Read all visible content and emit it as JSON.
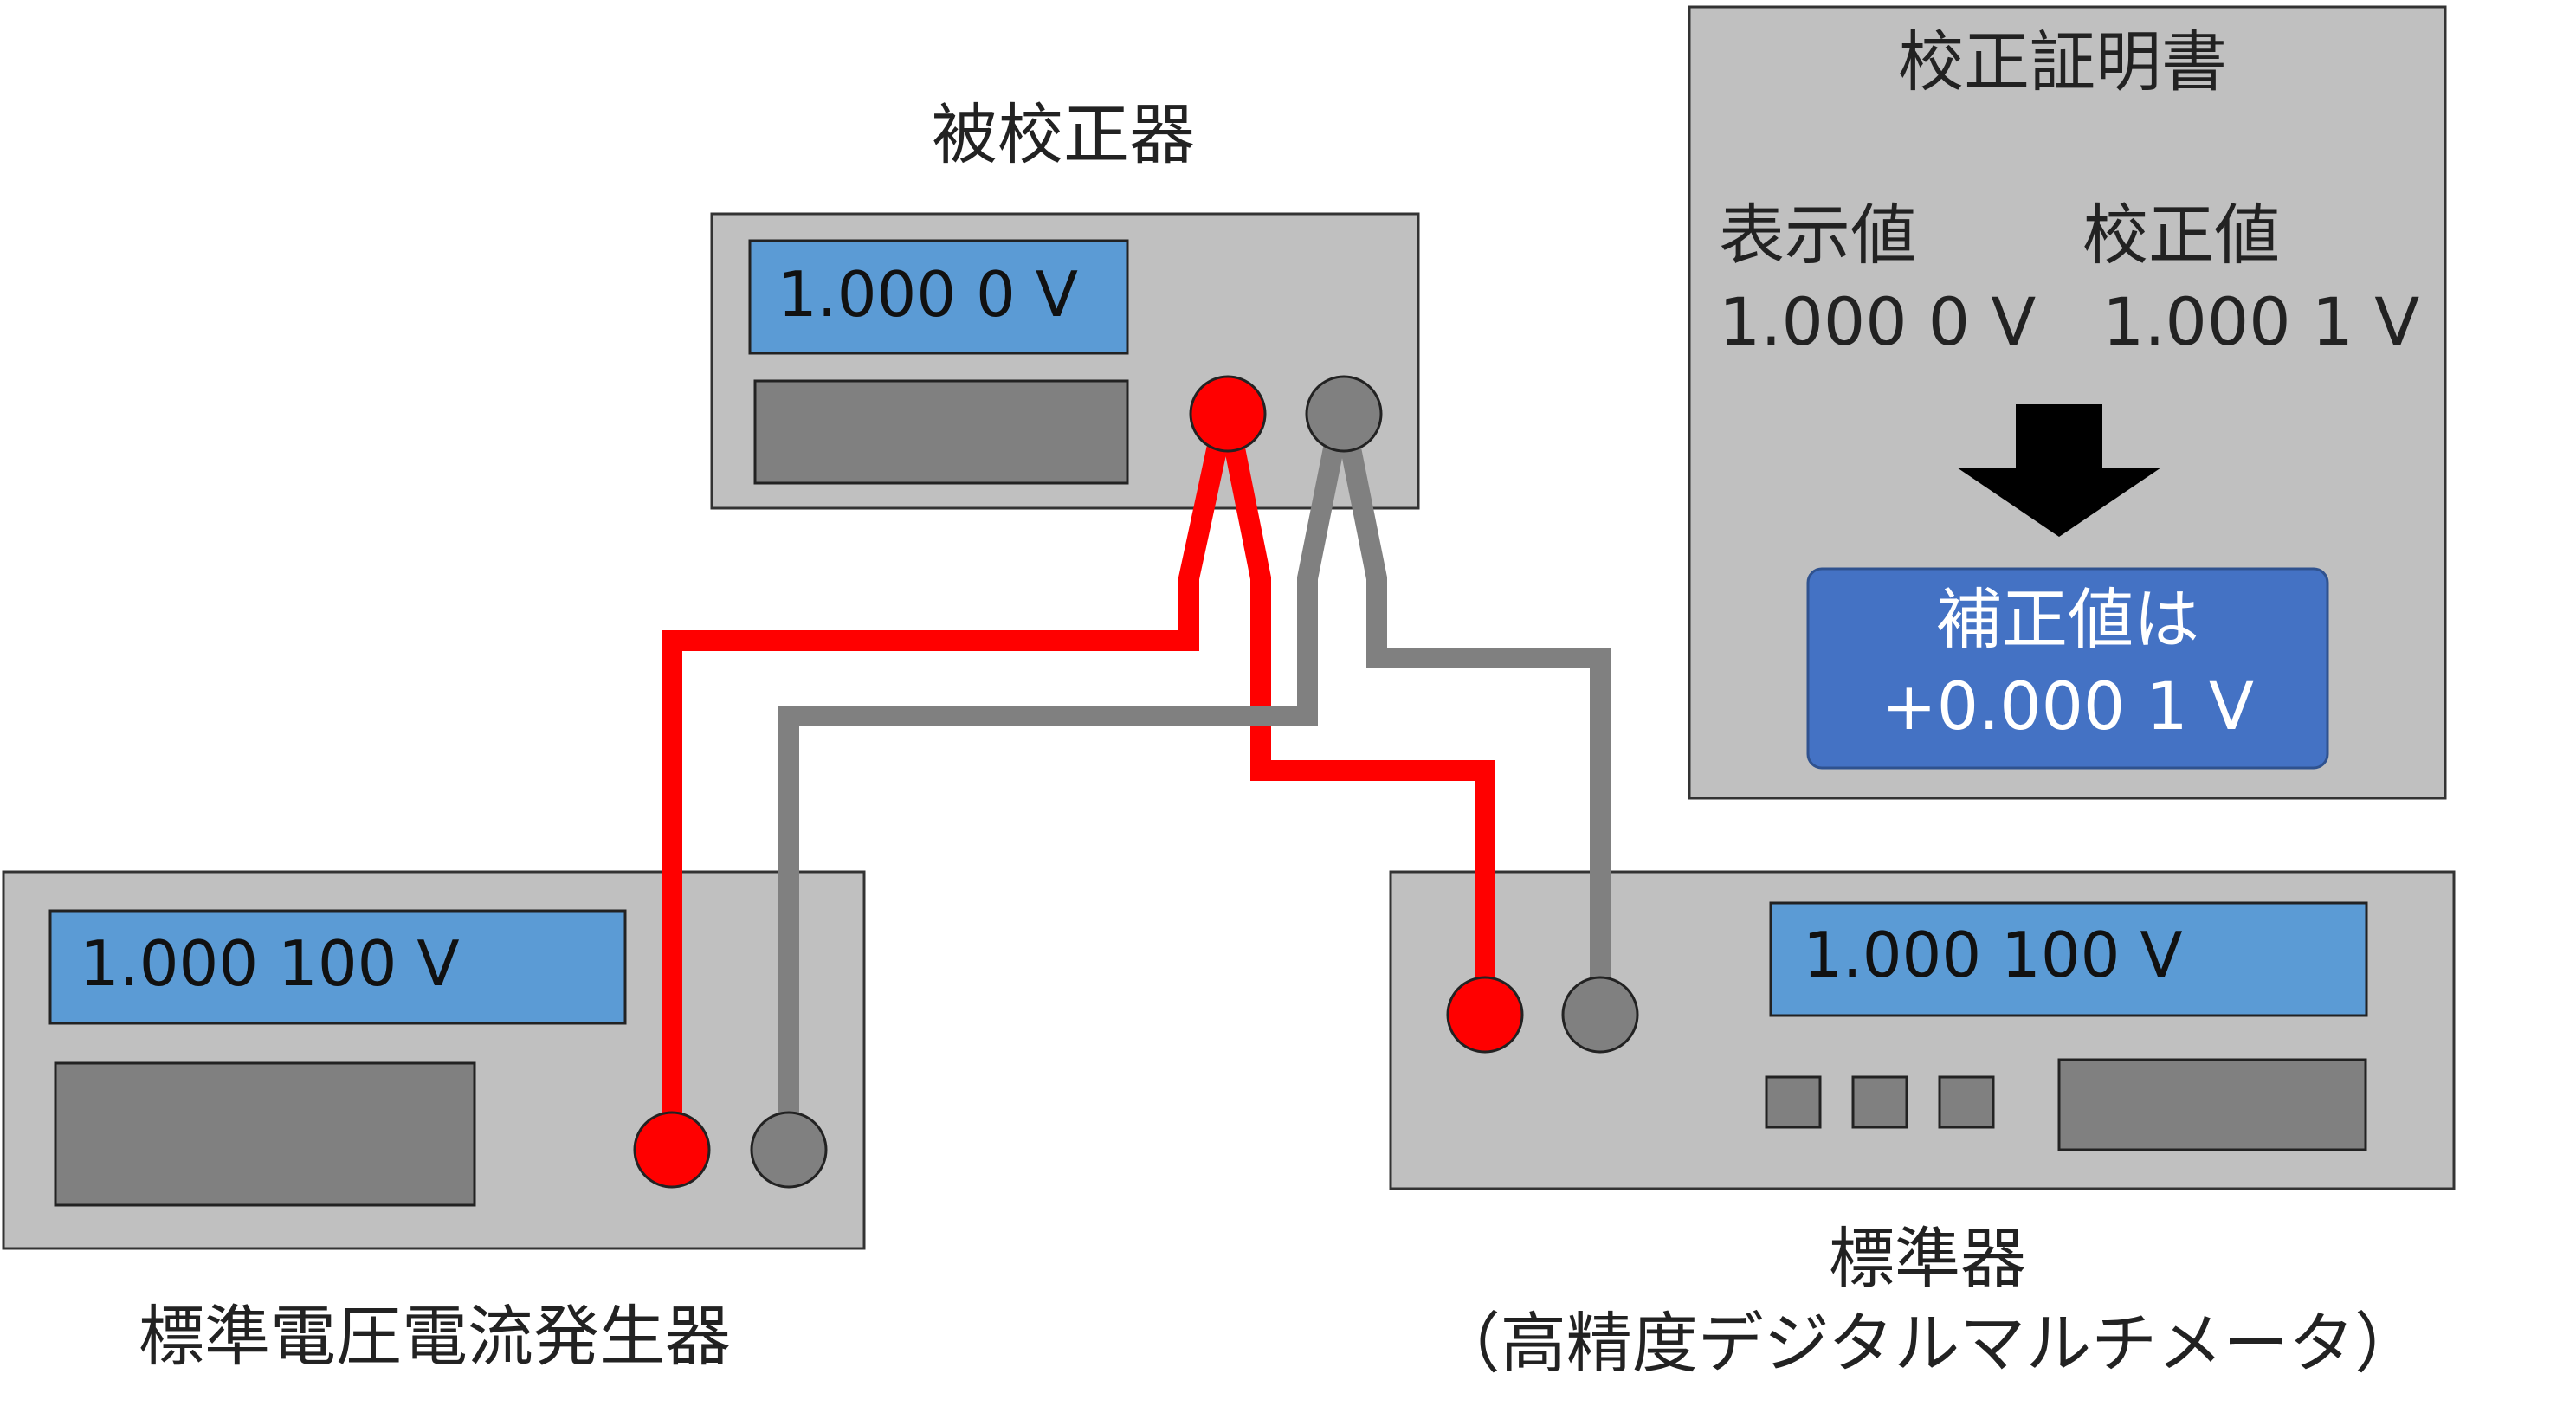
{
  "dut": {
    "title": "被校正器",
    "display": "1.000 0 V"
  },
  "generator": {
    "title": "標準電圧電流発生器",
    "display": "1.000 100 V"
  },
  "standard": {
    "title": "標準器",
    "subtitle": "（高精度デジタルマルチメータ）",
    "display": "1.000 100 V"
  },
  "certificate": {
    "title": "校正証明書",
    "indicated_label": "表示値",
    "calibrated_label": "校正値",
    "indicated_value": "1.000 0 V",
    "calibrated_value": "1.000 1 V",
    "correction_line1": "補正値は",
    "correction_line2": "+0.000 1 V"
  },
  "colors": {
    "red_lead": "#ff0000",
    "gray_lead": "#808080",
    "device_body": "#c0c0c0",
    "lcd": "#5b9bd5",
    "panel": "#808080",
    "correction_box": "#4472c4"
  }
}
